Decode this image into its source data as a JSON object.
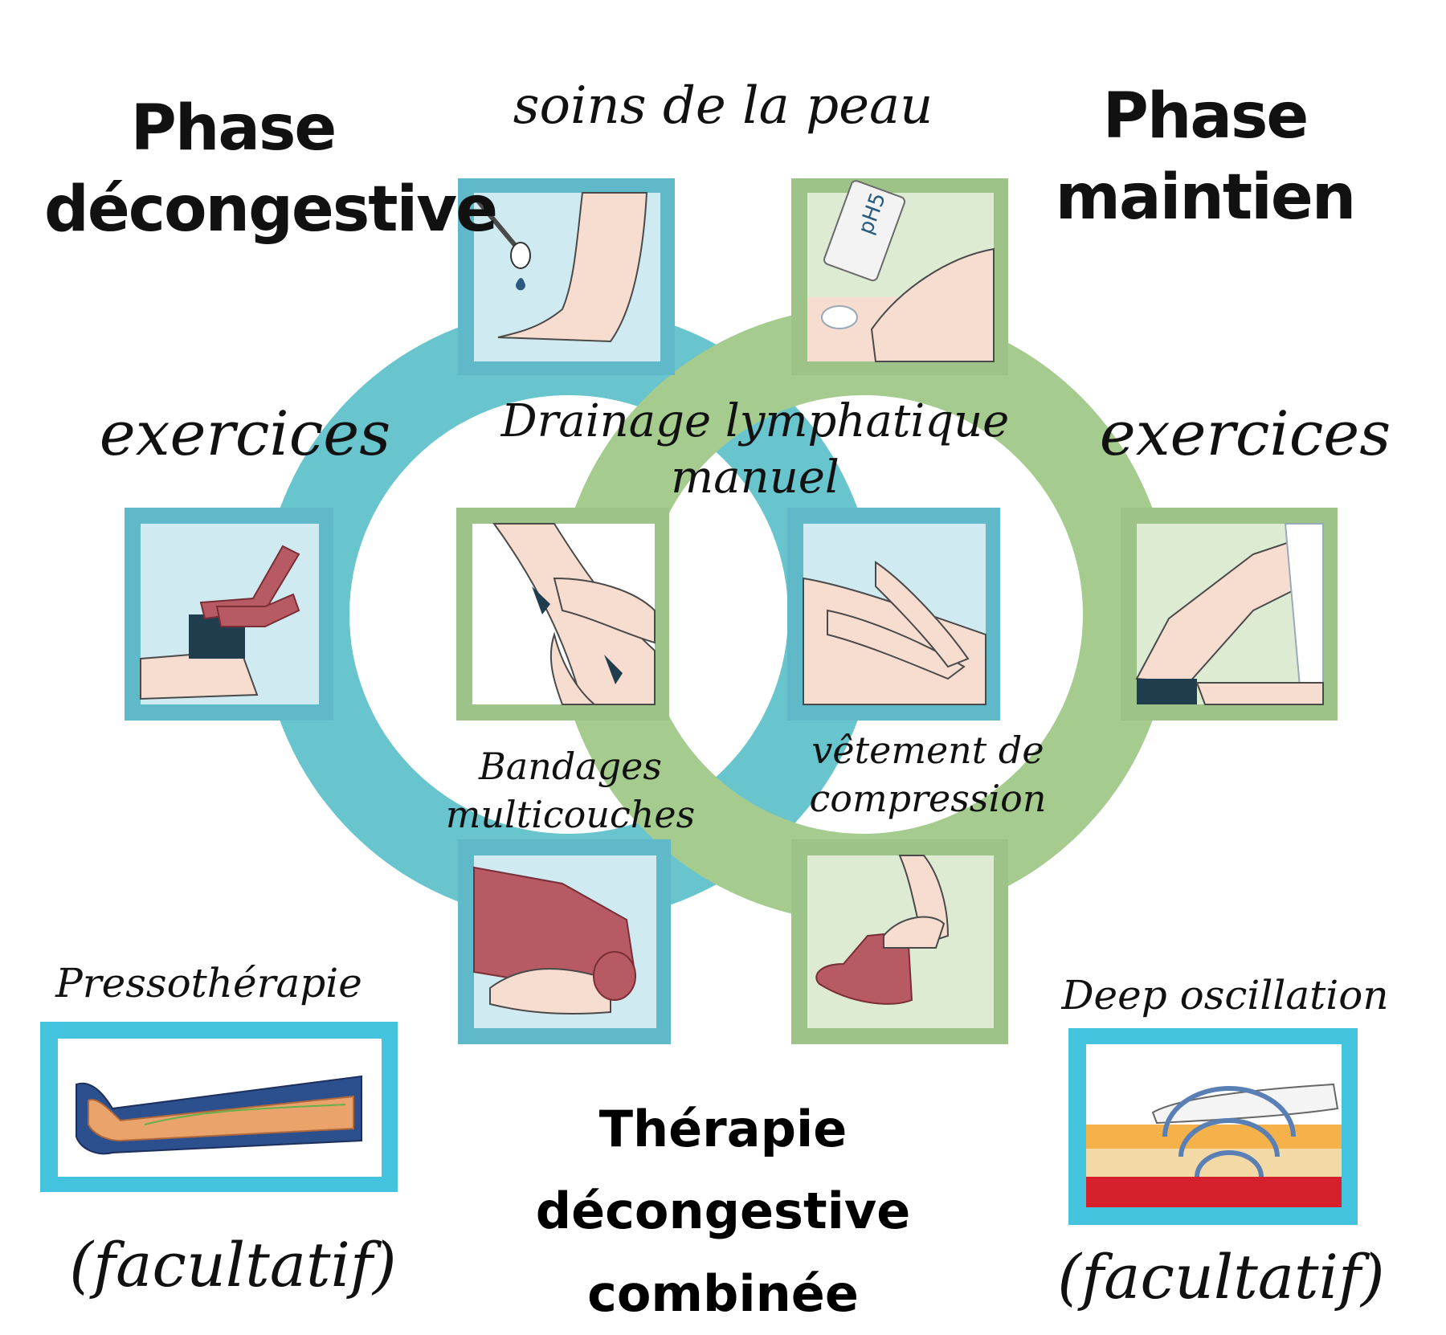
{
  "colors": {
    "blue_ring": "#68c4cd",
    "green_ring": "#a6cb8f",
    "blue_frame": "#5fb9c8",
    "green_frame": "#9ec389",
    "inner_blue": "#cfeaf0",
    "inner_green": "#dcebd2",
    "skin": "#f7ddd0",
    "bandage": "#b85a63",
    "cyan_box": "#44c3df"
  },
  "labels": {
    "phase_left": "Phase\ndécongestive",
    "phase_right": "Phase\nmaintien",
    "skin_care": "soins de la peau",
    "exercises_left": "exercices",
    "exercises_right": "exercices",
    "drainage": "Drainage lymphatique\nmanuel",
    "bandages": "Bandages\nmulticouches",
    "compression": "vêtement de\ncompression",
    "presso": "Pressothérapie",
    "deep": "Deep oscillation",
    "optional_left": "(facultatif)",
    "optional_right": "(facultatif)",
    "title": "Thérapie\ndécongestive\ncombinée"
  },
  "icons": {
    "pH_tube_text": "pH5"
  }
}
